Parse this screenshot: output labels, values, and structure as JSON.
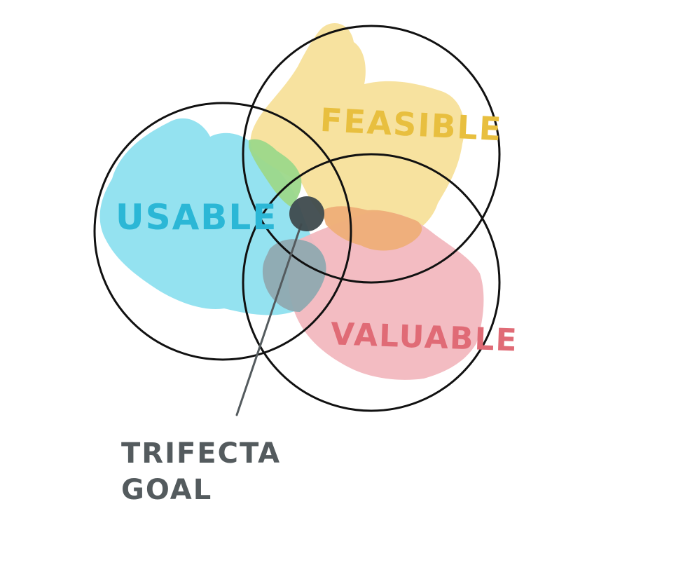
{
  "diagram": {
    "labels": {
      "usable": "USABLE",
      "feasible": "FEASIBLE",
      "valuable": "VALUABLE",
      "goal_line1": "TRIFECTA",
      "goal_line2": "GOAL"
    },
    "colors": {
      "usable": "#8ee0ef",
      "usable_text": "#2bb7d6",
      "feasible": "#f7e09a",
      "feasible_text": "#e8bf3f",
      "valuable": "#f2b8bf",
      "valuable_text": "#e06b76",
      "usable_feasible_overlap": "#9cd88a",
      "feasible_valuable_overlap": "#eeae78",
      "usable_valuable_overlap": "#8fa9b0",
      "goal_dot": "#3e4a4d",
      "goal_text": "#545b5e",
      "circle_stroke": "#111111"
    }
  }
}
